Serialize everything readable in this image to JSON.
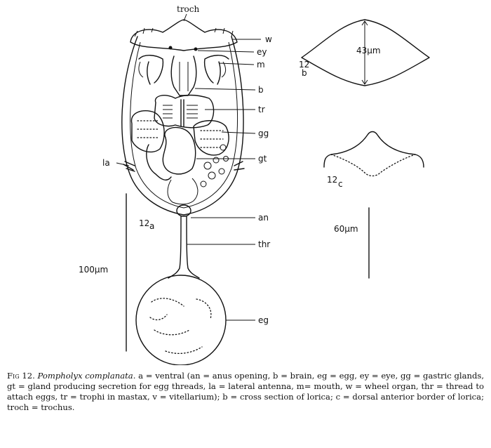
{
  "labels": {
    "troch": "troch",
    "w": "w",
    "ey": "ey",
    "m": "m",
    "b": "b",
    "tr": "tr",
    "gg": "gg",
    "gt": "gt",
    "la": "la",
    "an": "an",
    "thr": "thr",
    "eg": "eg"
  },
  "panels": {
    "a": {
      "number": "12",
      "letter": "a",
      "scale": "100µm"
    },
    "b": {
      "number": "12",
      "letter": "b",
      "measure": "43µm"
    },
    "c": {
      "number": "12",
      "letter": "c",
      "scale": "60µm"
    }
  },
  "caption": {
    "fig": "Fig 12.",
    "species": "Pompholyx complanata.",
    "text": "a = ventral (an = anus opening, b = brain, eg = egg, ey = eye, gg = gastric glands, gt = gland producing secretion for egg threads, la = lateral antenna, m= mouth, w = wheel organ, thr = thread to attach eggs, tr = trophi in mastax, v = vitellarium); b = cross section of lorica; c = dorsal anterior border of lorica; troch = trochus."
  }
}
